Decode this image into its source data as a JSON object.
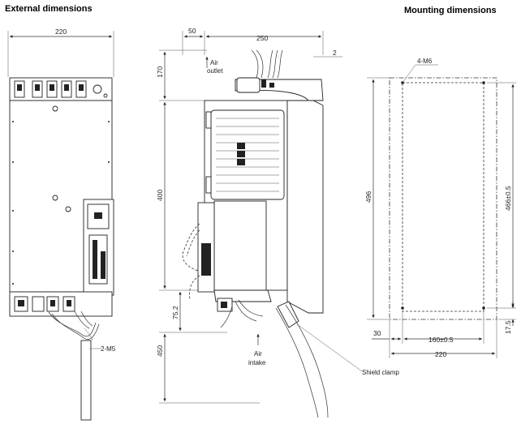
{
  "headings": {
    "external": "External dimensions",
    "mounting": "Mounting dimensions"
  },
  "front_view": {
    "width_dim": "220",
    "cable_screw": "2-M5"
  },
  "side_view": {
    "offset_dim": "50",
    "depth_dim": "250",
    "gap_dim": "2",
    "top_dim": "170",
    "body_dim": "400",
    "connector_dim": "75.2",
    "bottom_dim": "450",
    "air_outlet": [
      "Air",
      "outlet"
    ],
    "air_intake": [
      "Air",
      "intake"
    ],
    "shield_clamp": "Shield clamp"
  },
  "mounting": {
    "screw_label": "4-M6",
    "height_outer": "496",
    "height_inner": "466±0.5",
    "left_dim": "30",
    "hole_pitch": "160±0.5",
    "width_dim": "220",
    "bottom_dim": "17.5"
  }
}
